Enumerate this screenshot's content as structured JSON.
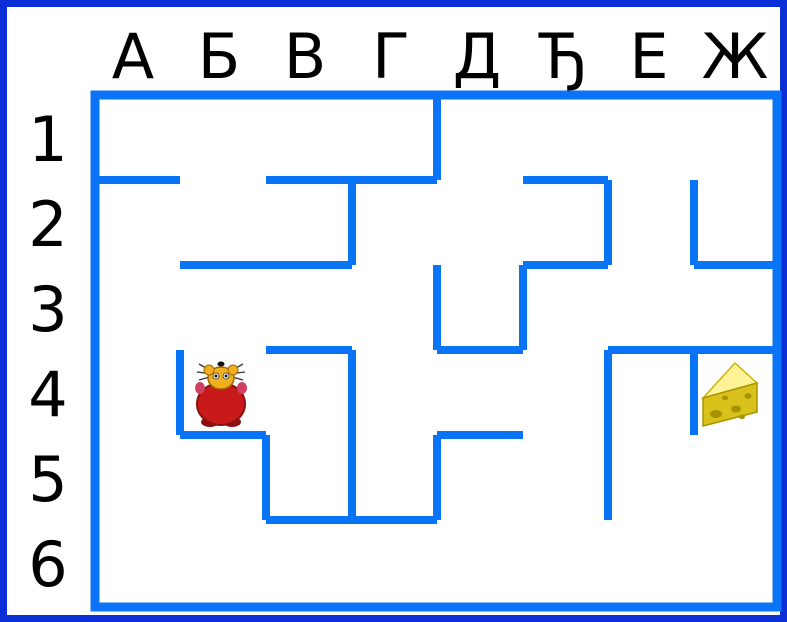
{
  "columns": [
    "А",
    "Б",
    "В",
    "Г",
    "Д",
    "Ђ",
    "Е",
    "Ж"
  ],
  "rows": [
    "1",
    "2",
    "3",
    "4",
    "5",
    "6"
  ],
  "colors": {
    "frame": "#0b2fd6",
    "wall": "#0a74f6"
  },
  "pieces": {
    "mouse": {
      "icon": "mouse-icon",
      "cell": "Б4"
    },
    "cheese": {
      "icon": "cheese-icon",
      "cell": "Ж4"
    }
  }
}
